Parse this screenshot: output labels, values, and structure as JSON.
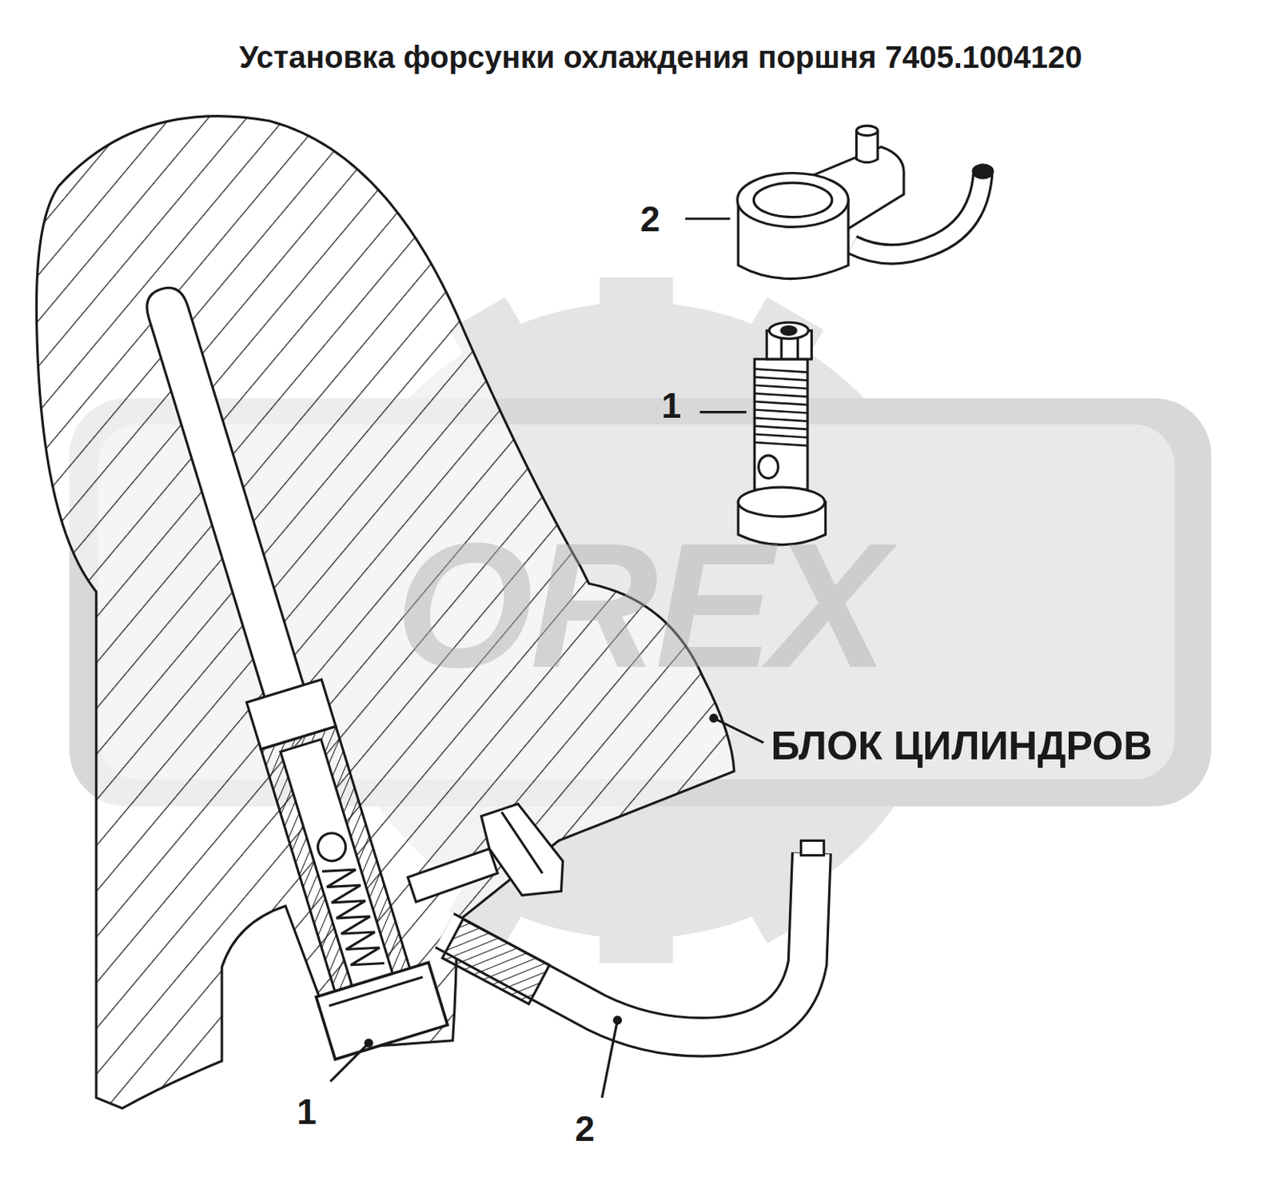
{
  "diagram": {
    "title": "Установка форсунки охлаждения поршня 7405.1004120",
    "labels": [
      "2",
      "1",
      "OREX",
      "БЛОК ЦИЛИНДРОВ",
      "1",
      "2"
    ]
  }
}
